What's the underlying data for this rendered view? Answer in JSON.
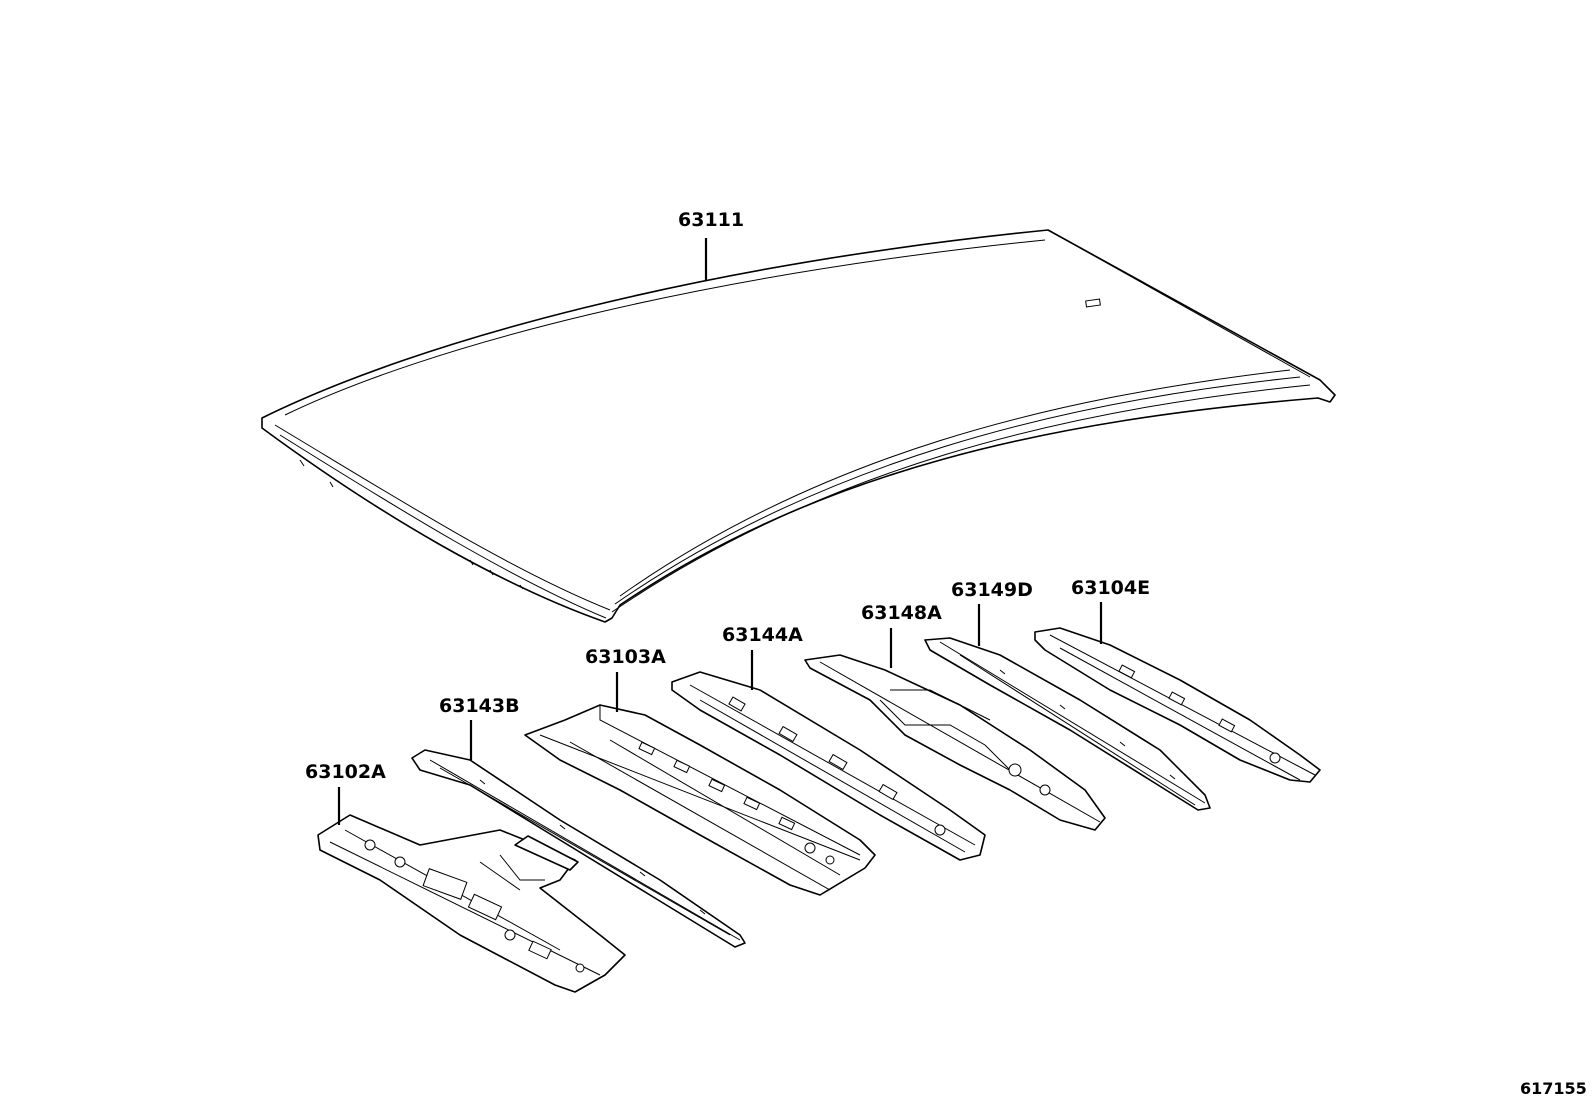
{
  "parts": [
    {
      "id": "roof-panel",
      "label": "63111"
    },
    {
      "id": "roof-panel-reinforcement-front",
      "label": "63102A"
    },
    {
      "id": "roof-side-rail-reinforcement",
      "label": "63143B"
    },
    {
      "id": "roof-panel-reinforcement-no1",
      "label": "63103A"
    },
    {
      "id": "roof-reinforcement-no1",
      "label": "63144A"
    },
    {
      "id": "roof-reinforcement-no2",
      "label": "63148A"
    },
    {
      "id": "roof-reinforcement-no3",
      "label": "63149D"
    },
    {
      "id": "roof-panel-reinforcement-rear",
      "label": "63104E"
    }
  ],
  "reference": "617155"
}
